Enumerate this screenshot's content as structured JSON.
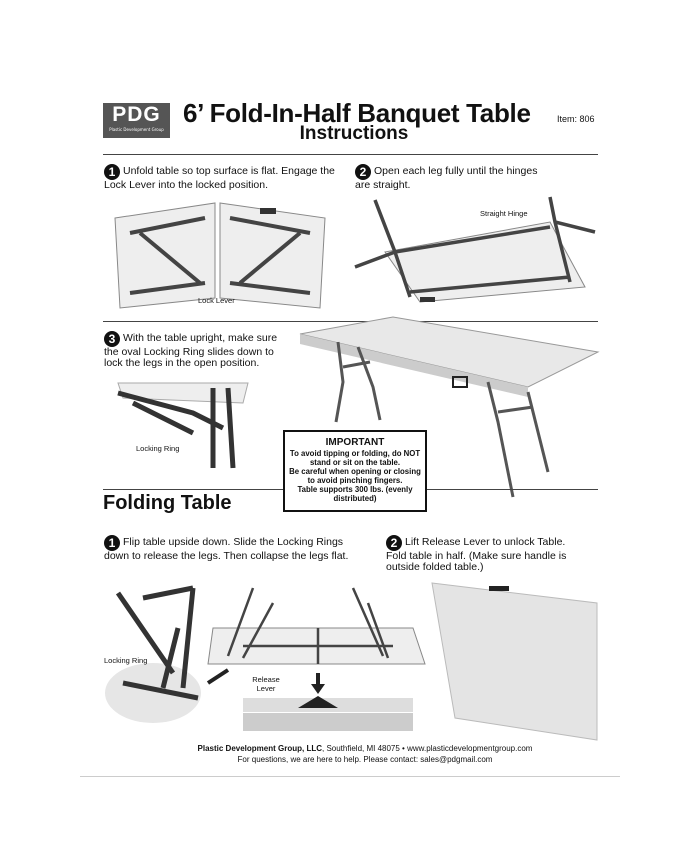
{
  "header": {
    "logo_text": "PDG",
    "logo_subtext": "Plastic Development Group",
    "title": "6’ Fold-In-Half Banquet Table",
    "subtitle": "Instructions",
    "item": "Item: 806"
  },
  "setup": {
    "steps": [
      {
        "number": "1",
        "text": "Unfold table so top surface is flat. Engage the Lock Lever into the locked position.",
        "label": "Lock Lever"
      },
      {
        "number": "2",
        "text": "Open each leg fully until the hinges are straight.",
        "label": "Straight Hinge"
      },
      {
        "number": "3",
        "text": "With the table upright, make sure the oval Locking Ring slides down to lock the legs in the open position.",
        "label": "Locking Ring"
      }
    ]
  },
  "important": {
    "heading": "IMPORTANT",
    "lines": [
      "To avoid tipping or folding, do NOT stand or sit on the table.",
      "Be careful when opening or closing to avoid pinching fingers.",
      "Table supports 300 lbs. (evenly distributed)"
    ]
  },
  "folding": {
    "heading": "Folding Table",
    "steps": [
      {
        "number": "1",
        "text": "Flip table upside down. Slide the Locking Rings down to release the legs. Then collapse the legs flat.",
        "label": "Locking Ring"
      },
      {
        "number": "2",
        "text": "Lift Release Lever to unlock Table. Fold table in half. (Make sure handle is outside folded table.)",
        "label": "Release Lever"
      }
    ]
  },
  "footer": {
    "company": "Plastic Development Group, LLC",
    "address": ", Southfield, MI 48075  •  www.plasticdevelopmentgroup.com",
    "contact": "For questions, we are here to help. Please contact: sales@pdgmail.com"
  }
}
